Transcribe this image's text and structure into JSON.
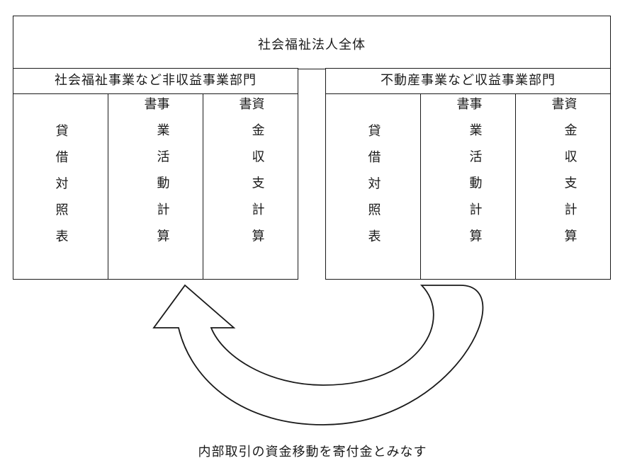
{
  "top": {
    "title": "社会福祉法人全体"
  },
  "left_dept": {
    "header": "社会福祉事業など非収益事業部門",
    "columns": [
      "貸借対照表",
      "事業活動計算書",
      "資金収支計算書"
    ]
  },
  "right_dept": {
    "header": "不動産事業など収益事業部門",
    "columns": [
      "貸借対照表",
      "事業活動計算書",
      "資金収支計算書"
    ]
  },
  "caption": "内部取引の資金移動を寄付金とみなす",
  "colors": {
    "line": "#1a1a1a",
    "background": "#ffffff"
  }
}
